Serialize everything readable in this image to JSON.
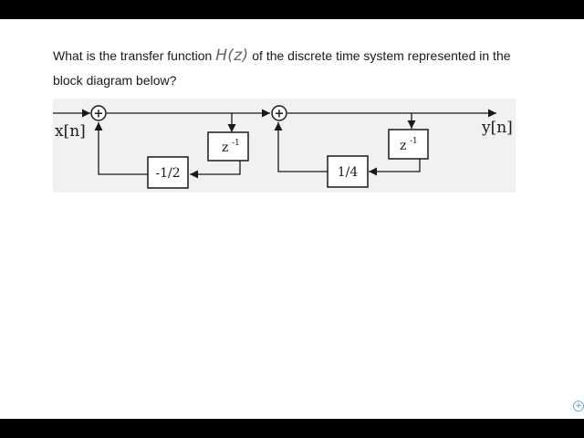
{
  "question": {
    "part1": "What is the transfer function ",
    "hz": "H(z)",
    "part2": " of the discrete time system represented in the block diagram below?"
  },
  "diagram": {
    "input_label": "x[n]",
    "output_label": "y[n]",
    "sum_symbol": "+",
    "delay1": {
      "base": "z",
      "exp": "-1"
    },
    "delay2": {
      "base": "z",
      "exp": "-1"
    },
    "gain1": "-1/2",
    "gain2": "1/4",
    "colors": {
      "line": "#1a1a1a",
      "background": "#f1f1f1"
    }
  },
  "icons": {
    "corner": "zoom-icon"
  }
}
